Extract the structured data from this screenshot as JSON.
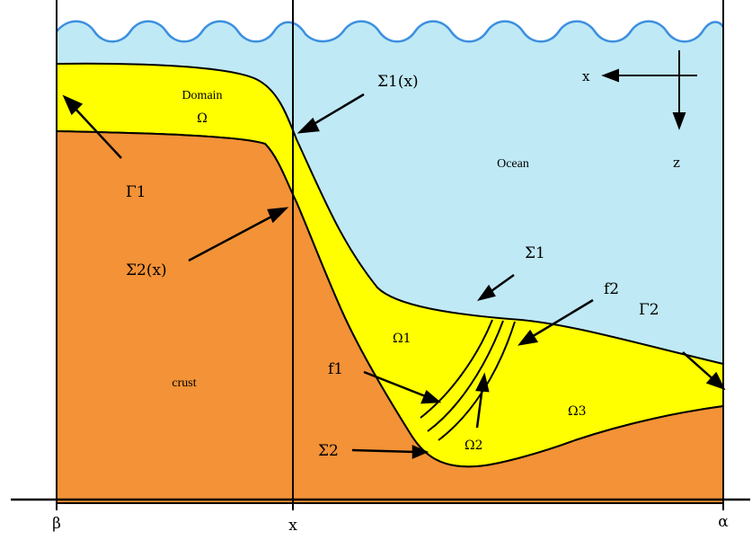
{
  "labels": {
    "domain": "Domain",
    "omega": "Ω",
    "ocean": "Ocean",
    "crust": "crust",
    "sigma1_x": "Σ1(x)",
    "sigma2_x": "Σ2(x)",
    "sigma1": "Σ1",
    "sigma2": "Σ2",
    "gamma1": "Γ1",
    "gamma2": "Γ2",
    "f1": "f1",
    "f2": "f2",
    "omega1": "Ω1",
    "omega2": "Ω2",
    "omega3": "Ω3",
    "axis_x": "x",
    "axis_z": "z",
    "beta": "β",
    "x_mark": "x",
    "alpha": "α"
  },
  "colors": {
    "ocean": "#bfe9f5",
    "wave": "#3b8fe0",
    "domain": "#ffff00",
    "crust": "#f39237",
    "line": "#000000"
  }
}
